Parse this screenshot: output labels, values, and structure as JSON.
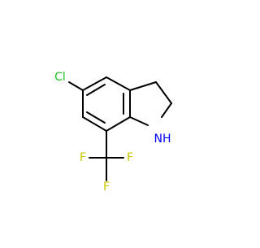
{
  "molecule": {
    "atoms": {
      "cl": "Cl",
      "nh": "NH",
      "f_top": "F",
      "f_left": "F",
      "f_bottom": "F"
    }
  },
  "colors": {
    "background": "#ffffff",
    "bond": "#000000",
    "chlorine": "#1fbe1f",
    "nitrogen": "#0000ff",
    "fluorine": "#c8c800"
  }
}
